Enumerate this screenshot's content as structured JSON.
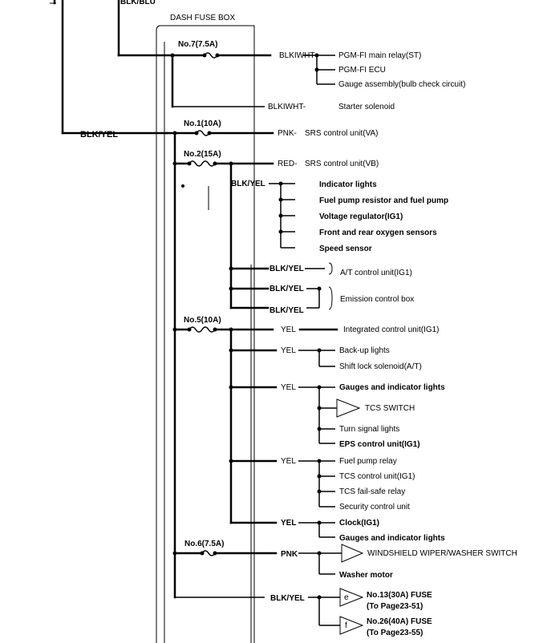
{
  "top_label": "BLK/BLU",
  "fuse_box_label": "DASH FUSE BOX",
  "left_wire": "BLK/YEL",
  "fuses": {
    "f7": "No.7(7.5A)",
    "f1": "No.1(10A)",
    "f2": "No.2(15A)",
    "f5": "No.5(10A)",
    "f6": "No.6(7.5A)"
  },
  "wires": {
    "f7_main": "BLKIWHT",
    "f7_starter": "BLKIWHT-",
    "f1_main": "PNK-",
    "f2_main": "RED-",
    "f2_branch": "BLK/YEL",
    "f2_at": "BLK/YEL",
    "f2_em1": "BLK/YEL",
    "f2_em2": "BLK/YEL",
    "f5_main": "YEL",
    "f5_b1": "YEL",
    "f5_b2": "YEL",
    "f5_b3": "YEL",
    "f5_b4": "YEL",
    "f6_main": "PNK",
    "f6_bottom": "BLK/YEL"
  },
  "loads": {
    "pgmfi_relay": "PGM-FI main relay(ST)",
    "pgmfi_ecu": "PGM-FI ECU",
    "gauge_bulb": "Gauge assembly(bulb check circuit)",
    "starter": "Starter solenoid",
    "srs_va": "SRS control unit(VA)",
    "srs_vb": "SRS control unit(VB)",
    "indicator": "Indicator lights",
    "fuel_pump_res": "Fuel pump resistor and fuel pump",
    "volt_reg": "Voltage regulator(IG1)",
    "oxygen": "Front and rear oxygen sensors",
    "speed": "Speed sensor",
    "at_unit": "A/T control unit(IG1)",
    "emission": "Emission control box",
    "integrated": "Integrated control unit(IG1)",
    "backup": "Back-up lights",
    "shiftlock": "Shift lock solenoid(A/T)",
    "gauges_ind": "Gauges and indicator lights",
    "tcs_switch": "TCS SWITCH",
    "turn": "Turn signal lights",
    "eps": "EPS control unit(IG1)",
    "fuel_relay": "Fuel pump relay",
    "tcs_unit": "TCS control unit(IG1)",
    "tcs_failsafe": "TCS fail-safe relay",
    "security": "Security control unit",
    "clock": "Clock(IG1)",
    "gauges_ind2": "Gauges and indicator lights",
    "wiper_switch": "WINDSHIELD WIPER/WASHER SWITCH",
    "washer": "Washer motor",
    "fuse13": "No.13(30A) FUSE",
    "fuse13_page": "(To Page23-51)",
    "fuse26": "No.26(40A) FUSE",
    "fuse26_page": "(To Page23-55)"
  },
  "connectors": {
    "e": "e",
    "f": "f"
  }
}
